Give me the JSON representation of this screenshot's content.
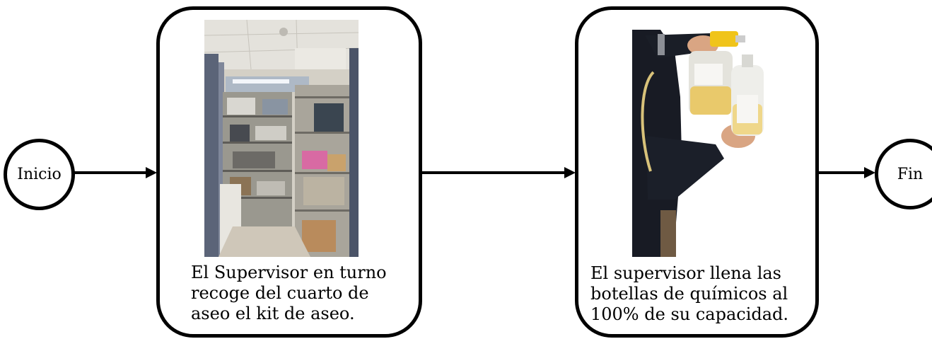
{
  "start_event": {
    "label": "Inicio"
  },
  "end_event": {
    "label": "Fin"
  },
  "tasks": [
    {
      "caption": "El Supervisor en turno\nrecoge del cuarto de\naseo el kit de aseo.",
      "image": "storage-room-photo"
    },
    {
      "caption": "El supervisor llena las\nbotellas de químicos al\n100% de su capacidad.",
      "image": "chemical-bottles-photo"
    }
  ],
  "colors": {
    "stroke": "#000000",
    "background": "#ffffff"
  }
}
